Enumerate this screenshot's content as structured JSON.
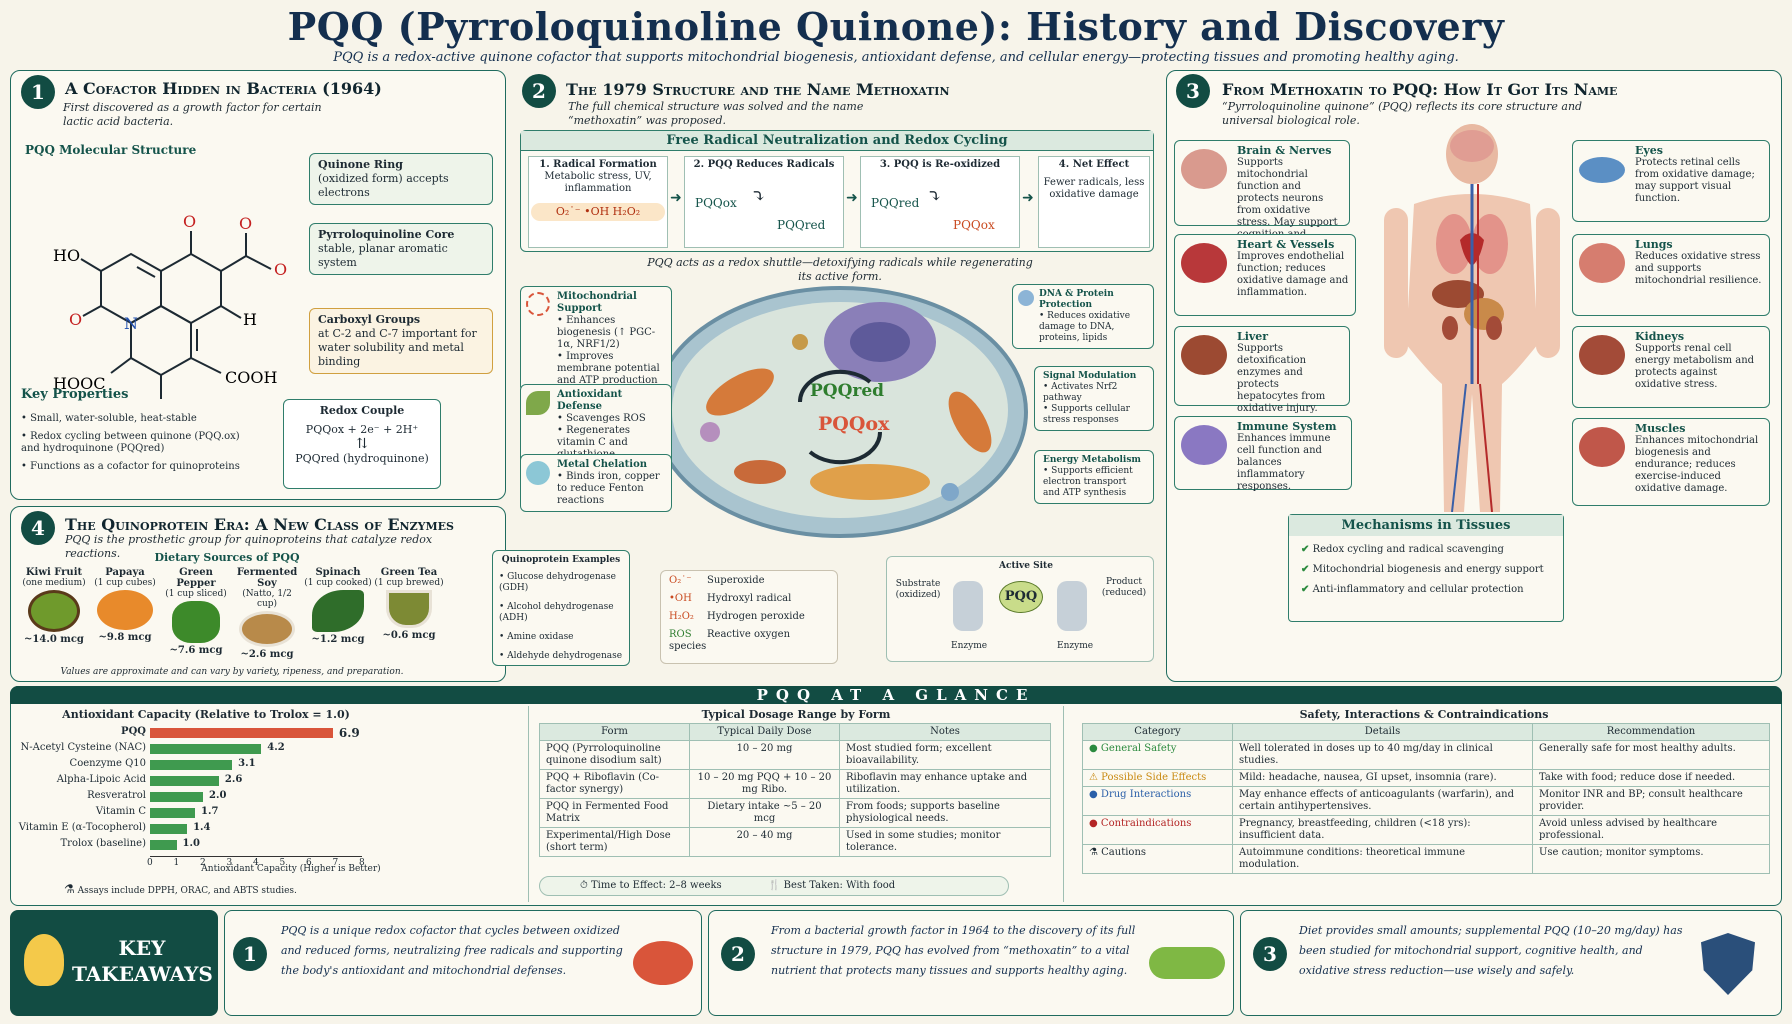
{
  "header": {
    "title": "PQQ (Pyrroloquinoline Quinone): History and Discovery",
    "subtitle": "PQQ is a redox-active quinone cofactor that supports mitochondrial biogenesis, antioxidant defense, and cellular energy—protecting tissues and promoting healthy aging."
  },
  "p1": {
    "num": "1",
    "title": "A Cofactor Hidden in Bacteria (1964)",
    "sub": "First discovered as a growth factor for certain lactic acid bacteria.",
    "struct_label": "PQQ Molecular Structure",
    "atoms": {
      "o1": "O",
      "o2": "O",
      "o3": "O",
      "o4": "O",
      "ho": "HO",
      "n": "N",
      "h": "H",
      "hooc": "HOOC",
      "cooh": "COOH"
    },
    "callouts": [
      {
        "t": "Quinone Ring",
        "d": "(oxidized form) accepts electrons"
      },
      {
        "t": "Pyrroloquinoline Core",
        "d": "stable, planar aromatic system"
      },
      {
        "t": "Carboxyl Groups",
        "d": "at C-2 and C-7 important for water solubility and metal binding"
      }
    ],
    "kp_title": "Key Properties",
    "kp": [
      "Small, water-soluble, heat-stable",
      "Redox cycling between quinone (PQQ.ox) and hydroquinone (PQQred)",
      "Functions as a cofactor for quinoproteins"
    ],
    "redox_title": "Redox Couple",
    "redox_l1": "PQQox  +  2e⁻  +  2H⁺",
    "redox_l2": "PQQred  (hydroquinone)"
  },
  "p2": {
    "num": "2",
    "title": "The 1979 Structure and the Name Methoxatin",
    "sub": "The full chemical structure was solved and the name “methoxatin” was proposed.",
    "flow_title": "Free Radical Neutralization and Redox Cycling",
    "steps": [
      {
        "t": "1. Radical Formation",
        "d": "Metabolic stress, UV, inflammation",
        "x": "O₂˙⁻   •OH   H₂O₂"
      },
      {
        "t": "2. PQQ Reduces Radicals",
        "a": "PQQox",
        "b": "PQQred"
      },
      {
        "t": "3. PQQ is Re-oxidized",
        "a": "PQQred",
        "b": "PQQox"
      },
      {
        "t": "4. Net Effect",
        "d": "Fewer radicals, less oxidative damage"
      }
    ],
    "shuttle": "PQQ acts as a redox shuttle—detoxifying radicals while regenerating its active form.",
    "cell_red": "PQQred",
    "cell_ox": "PQQox",
    "left": [
      {
        "t": "Mitochondrial Support",
        "d": "• Enhances biogenesis (↑ PGC-1α, NRF1/2)\n• Improves membrane potential and ATP production"
      },
      {
        "t": "Antioxidant Defense",
        "d": "• Scavenges ROS\n• Regenerates vitamin C and glutathione"
      },
      {
        "t": "Metal Chelation",
        "d": "• Binds iron, copper to reduce Fenton reactions"
      }
    ],
    "right": [
      {
        "t": "DNA & Protein Protection",
        "d": "• Reduces oxidative damage to DNA, proteins, lipids"
      },
      {
        "t": "Signal Modulation",
        "d": "• Activates Nrf2 pathway\n• Supports cellular stress responses"
      },
      {
        "t": "Energy Metabolism",
        "d": "• Supports efficient electron transport and ATP synthesis"
      }
    ],
    "ros": [
      {
        "s": "O₂˙⁻",
        "n": "Superoxide"
      },
      {
        "s": "•OH",
        "n": "Hydroxyl radical"
      },
      {
        "s": "H₂O₂",
        "n": "Hydrogen peroxide"
      },
      {
        "s": "ROS",
        "n": "Reactive oxygen species"
      }
    ],
    "site": {
      "title": "Active Site",
      "sub": "Substrate (oxidized)",
      "prod": "Product (reduced)",
      "pqq": "PQQ",
      "enz1": "Enzyme",
      "enz2": "Enzyme"
    }
  },
  "p3": {
    "num": "3",
    "title": "From Methoxatin to PQQ: How It Got Its Name",
    "sub": "“Pyrroloquinoline quinone” (PQQ) reflects its core structure and universal biological role.",
    "organs": [
      {
        "t": "Brain & Nerves",
        "d": "Supports mitochondrial function and protects neurons from oxidative stress. May support cognition and memory.",
        "c": "#d99a8e"
      },
      {
        "t": "Heart & Vessels",
        "d": "Improves endothelial function; reduces oxidative damage and inflammation.",
        "c": "#b8383a"
      },
      {
        "t": "Liver",
        "d": "Supports detoxification enzymes and protects hepatocytes from oxidative injury.",
        "c": "#9c4a32"
      },
      {
        "t": "Immune System",
        "d": "Enhances immune cell function and balances inflammatory responses.",
        "c": "#8a78c2"
      },
      {
        "t": "Eyes",
        "d": "Protects retinal cells from oxidative damage; may support visual function.",
        "c": "#5b8fc4"
      },
      {
        "t": "Lungs",
        "d": "Reduces oxidative stress and supports mitochondrial resilience.",
        "c": "#d67d6f"
      },
      {
        "t": "Kidneys",
        "d": "Supports renal cell energy metabolism and protects against oxidative stress.",
        "c": "#a34b38"
      },
      {
        "t": "Muscles",
        "d": "Enhances mitochondrial biogenesis and endurance; reduces exercise-induced oxidative damage.",
        "c": "#c0574a"
      }
    ],
    "mech_title": "Mechanisms in Tissues",
    "mech": [
      "Redox cycling and radical scavenging",
      "Mitochondrial biogenesis and energy support",
      "Anti-inflammatory and cellular protection"
    ]
  },
  "p4": {
    "num": "4",
    "title": "The Quinoprotein Era: A New Class of Enzymes",
    "sub": "PQQ is the prosthetic group for quinoproteins that catalyze redox reactions.",
    "diet_title": "Dietary Sources of PQQ",
    "foods": [
      {
        "n": "Kiwi Fruit",
        "s": "(one medium)",
        "a": "~14.0 mcg",
        "c": "#6f9a2c"
      },
      {
        "n": "Papaya",
        "s": "(1 cup cubes)",
        "a": "~9.8 mcg",
        "c": "#e88a2b"
      },
      {
        "n": "Green Pepper",
        "s": "(1 cup sliced)",
        "a": "~7.6 mcg",
        "c": "#3d8a2a"
      },
      {
        "n": "Fermented Soy",
        "s": "(Natto, 1/2 cup)",
        "a": "~2.6 mcg",
        "c": "#b88a4a"
      },
      {
        "n": "Spinach",
        "s": "(1 cup cooked)",
        "a": "~1.2 mcg",
        "c": "#2f6d2a"
      },
      {
        "n": "Green Tea",
        "s": "(1 cup brewed)",
        "a": "~0.6 mcg",
        "c": "#7d8a34"
      }
    ],
    "diet_note": "Values are approximate and can vary by variety, ripeness, and preparation.",
    "qp_title": "Quinoprotein Examples",
    "qp": [
      "Glucose dehydrogenase (GDH)",
      "Alcohol dehydrogenase (ADH)",
      "Amine oxidase",
      "Aldehyde dehydrogenase"
    ]
  },
  "glance": {
    "title": "PQQ AT A GLANCE"
  },
  "chart_data": {
    "type": "bar",
    "title": "Antioxidant Capacity (Relative to Trolox = 1.0)",
    "xlabel": "Antioxidant Capacity (Higher is Better)",
    "categories": [
      "PQQ",
      "N-Acetyl Cysteine (NAC)",
      "Coenzyme Q10",
      "Alpha-Lipoic Acid",
      "Resveratrol",
      "Vitamin C",
      "Vitamin E (α-Tocopherol)",
      "Trolox (baseline)"
    ],
    "values": [
      6.9,
      4.2,
      3.1,
      2.6,
      2.0,
      1.7,
      1.4,
      1.0
    ],
    "value_labels": [
      "6.9",
      "4.2",
      "3.1",
      "2.6",
      "2.0",
      "1.7",
      "1.4",
      "1.0"
    ],
    "xlim": [
      0,
      8
    ],
    "ticks": [
      "0",
      "1",
      "2",
      "3",
      "4",
      "5",
      "6",
      "7",
      "8"
    ],
    "colors": {
      "highlight": "#d9553a",
      "bar": "#3f9a4f"
    },
    "note": "Assays include DPPH, ORAC, and ABTS studies."
  },
  "dosage": {
    "title": "Typical Dosage Range by Form",
    "headers": [
      "Form",
      "Typical Daily Dose",
      "Notes"
    ],
    "rows": [
      [
        "PQQ (Pyrroloquinoline quinone disodium salt)",
        "10 – 20 mg",
        "Most studied form; excellent bioavailability."
      ],
      [
        "PQQ + Riboflavin (Co-factor synergy)",
        "10 – 20 mg PQQ + 10 – 20 mg Ribo.",
        "Riboflavin may enhance uptake and utilization."
      ],
      [
        "PQQ in Fermented Food Matrix",
        "Dietary intake ~5 – 20 mcg",
        "From foods; supports baseline physiological needs."
      ],
      [
        "Experimental/High Dose (short term)",
        "20 – 40 mg",
        "Used in some studies; monitor tolerance."
      ]
    ],
    "time": "Time to Effect: 2–8 weeks",
    "best": "Best Taken:  With food"
  },
  "safety": {
    "title": "Safety, Interactions & Contraindications",
    "headers": [
      "Category",
      "Details",
      "Recommendation"
    ],
    "rows": [
      {
        "c": "General Safety",
        "d": "Well tolerated in doses up to 40 mg/day in clinical studies.",
        "r": "Generally safe for most healthy adults.",
        "col": "#2b8a3e"
      },
      {
        "c": "Possible Side Effects",
        "d": "Mild: headache, nausea, GI upset, insomnia (rare).",
        "r": "Take with food; reduce dose if needed.",
        "col": "#c98a12"
      },
      {
        "c": "Drug Interactions",
        "d": "May enhance effects of anticoagulants (warfarin), and certain antihypertensives.",
        "r": "Monitor INR and BP; consult healthcare provider.",
        "col": "#2a5fa8"
      },
      {
        "c": "Contraindications",
        "d": "Pregnancy, breastfeeding, children (<18 yrs): insufficient data.",
        "r": "Avoid unless advised by healthcare professional.",
        "col": "#b32525"
      },
      {
        "c": "Cautions",
        "d": "Autoimmune conditions: theoretical immune modulation.",
        "r": "Use caution; monitor symptoms.",
        "col": "#2d3b45"
      }
    ]
  },
  "takeaways": {
    "label1": "KEY",
    "label2": "TAKEAWAYS",
    "items": [
      {
        "n": "1",
        "t": "PQQ is a unique redox cofactor that cycles between oxidized and reduced forms, neutralizing free radicals and supporting the body's antioxidant and mitochondrial defenses."
      },
      {
        "n": "2",
        "t": "From a bacterial growth factor in 1964 to the discovery of its full structure in 1979, PQQ has evolved from “methoxatin” to a vital nutrient that protects many tissues and supports healthy aging."
      },
      {
        "n": "3",
        "t": "Diet provides small amounts; supplemental PQQ (10–20 mg/day) has been studied for mitochondrial support, cognitive health, and oxidative stress reduction—use wisely and safely."
      }
    ]
  }
}
